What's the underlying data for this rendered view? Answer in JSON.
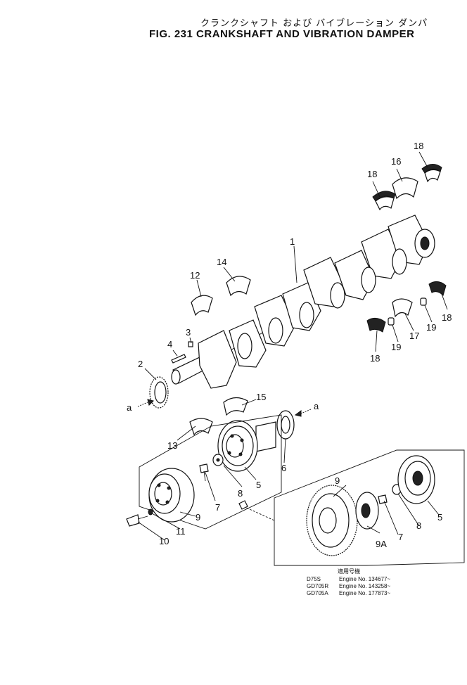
{
  "header": {
    "title_jp": "クランクシャフト および バイブレーション ダンパ",
    "title_en": "FIG. 231  CRANKSHAFT AND VIBRATION DAMPER"
  },
  "callouts": [
    "1",
    "2",
    "3",
    "4",
    "5",
    "6",
    "7",
    "8",
    "9",
    "10",
    "11",
    "12",
    "13",
    "14",
    "15",
    "16",
    "17",
    "18",
    "19",
    "9A",
    "a"
  ],
  "applicability": {
    "heading": "適用号機",
    "rows": [
      {
        "model": "D75S",
        "engine": "Engine No. 134677~"
      },
      {
        "model": "GD705R",
        "engine": "Engine No. 143258~"
      },
      {
        "model": "GD705A",
        "engine": "Engine No. 177873~"
      }
    ]
  }
}
